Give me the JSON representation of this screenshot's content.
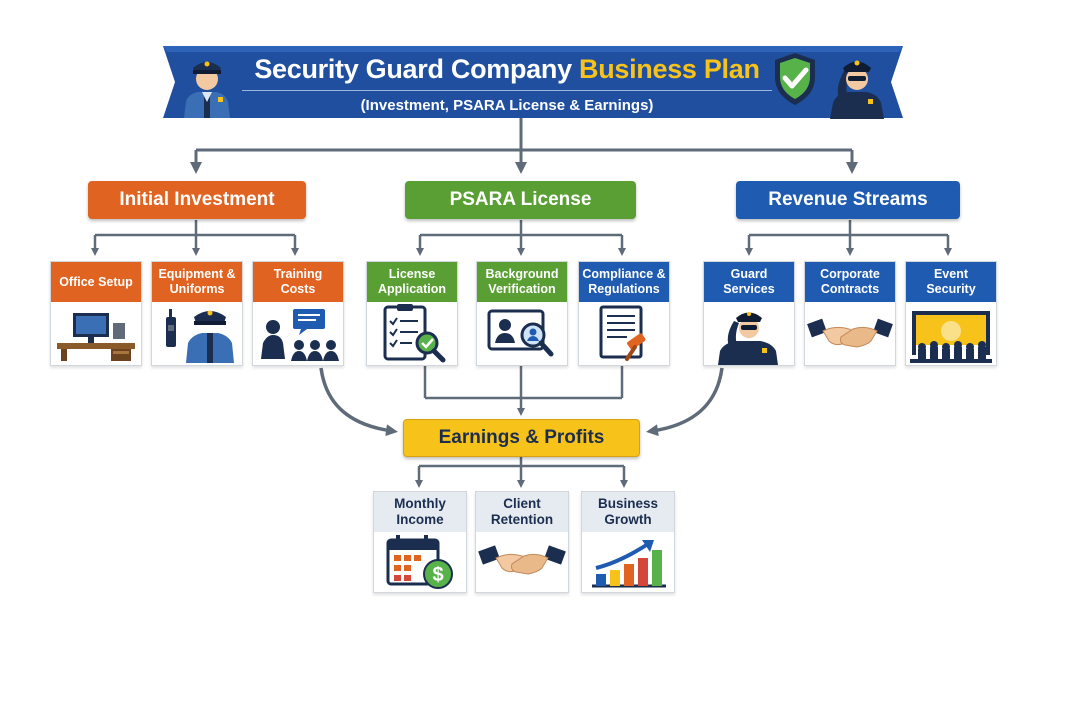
{
  "header": {
    "title_main": "Security Guard Company",
    "title_accent": "Business Plan",
    "subtitle": "(Investment, PSARA License & Earnings)"
  },
  "categories": [
    {
      "label": "Initial Investment",
      "color": "#e06321",
      "items": [
        {
          "label": "Office Setup",
          "icon": "office-desk-icon"
        },
        {
          "label": "Equipment & Uniforms",
          "icon": "guard-uniform-icon"
        },
        {
          "label": "Training Costs",
          "icon": "training-class-icon"
        }
      ]
    },
    {
      "label": "PSARA License",
      "color": "#5a9f34",
      "items": [
        {
          "label": "License Application",
          "icon": "checklist-search-icon"
        },
        {
          "label": "Background Verification",
          "icon": "id-card-search-icon"
        },
        {
          "label": "Compliance & Regulations",
          "icon": "document-gavel-icon"
        }
      ]
    },
    {
      "label": "Revenue Streams",
      "color": "#1f5bb0",
      "items": [
        {
          "label": "Guard Services",
          "icon": "saluting-guard-icon"
        },
        {
          "label": "Corporate Contracts",
          "icon": "handshake-icon"
        },
        {
          "label": "Event Security",
          "icon": "event-crowd-icon"
        }
      ]
    }
  ],
  "earnings": {
    "label": "Earnings & Profits",
    "color": "#f7c21a",
    "items": [
      {
        "label": "Monthly Income",
        "icon": "calendar-dollar-icon"
      },
      {
        "label": "Client Retention",
        "icon": "handshake-icon"
      },
      {
        "label": "Business Growth",
        "icon": "growth-chart-icon"
      }
    ]
  }
}
